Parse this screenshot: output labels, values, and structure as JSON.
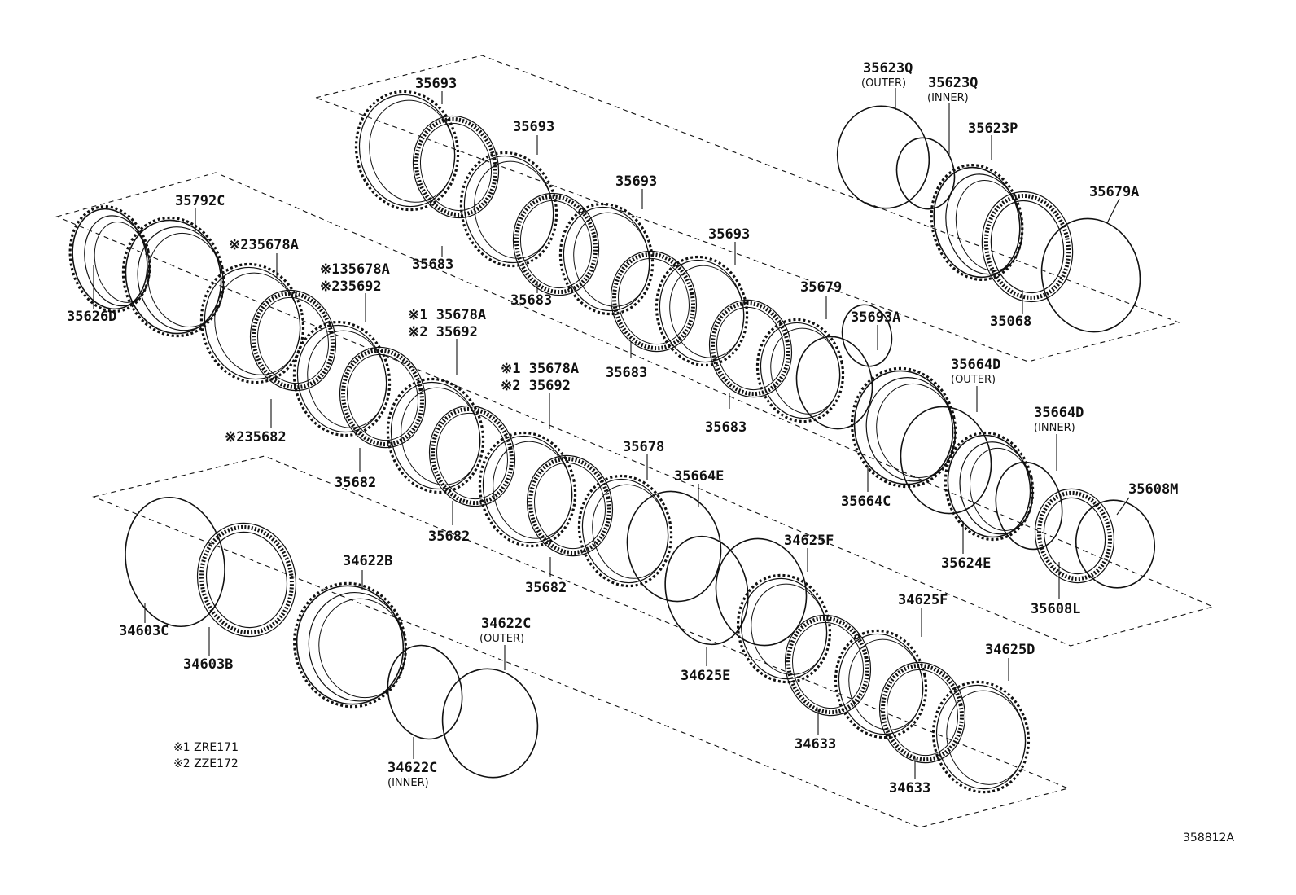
{
  "diagram_ref": "358812A",
  "notes": [
    {
      "id": "note-1",
      "text": "※1 ZRE171"
    },
    {
      "id": "note-2",
      "text": "※2 ZZE172"
    }
  ],
  "labels": [
    {
      "id": "35693-a",
      "text": "35693"
    },
    {
      "id": "35693-b",
      "text": "35693"
    },
    {
      "id": "35693-c",
      "text": "35693"
    },
    {
      "id": "35693-d",
      "text": "35693"
    },
    {
      "id": "35683-a",
      "text": "35683"
    },
    {
      "id": "35683-b",
      "text": "35683"
    },
    {
      "id": "35683-c",
      "text": "35683"
    },
    {
      "id": "35683-d",
      "text": "35683"
    },
    {
      "id": "35679",
      "text": "35679"
    },
    {
      "id": "35693A",
      "text": "35693A"
    },
    {
      "id": "35623Q-outer",
      "text": "35623Q",
      "sub": "(OUTER)"
    },
    {
      "id": "35623Q-inner",
      "text": "35623Q",
      "sub": "(INNER)"
    },
    {
      "id": "35623P",
      "text": "35623P"
    },
    {
      "id": "35679A",
      "text": "35679A"
    },
    {
      "id": "35068",
      "text": "35068"
    },
    {
      "id": "35792C",
      "text": "35792C"
    },
    {
      "id": "35626D",
      "text": "35626D"
    },
    {
      "id": "35678A-a",
      "text": "※235678A"
    },
    {
      "id": "35678A-b",
      "text": "※135678A"
    },
    {
      "id": "35692-a",
      "text": "※235692"
    },
    {
      "id": "35678A-c",
      "text": "※1 35678A"
    },
    {
      "id": "35692-b",
      "text": "※2 35692"
    },
    {
      "id": "35678A-d",
      "text": "※1 35678A"
    },
    {
      "id": "35692-c",
      "text": "※2 35692"
    },
    {
      "id": "35682-a",
      "text": "※235682"
    },
    {
      "id": "35682-b",
      "text": "35682"
    },
    {
      "id": "35682-c",
      "text": "35682"
    },
    {
      "id": "35682-d",
      "text": "35682"
    },
    {
      "id": "35678",
      "text": "35678"
    },
    {
      "id": "35664E",
      "text": "35664E"
    },
    {
      "id": "35664D-outer",
      "text": "35664D",
      "sub": "(OUTER)"
    },
    {
      "id": "35664D-inner",
      "text": "35664D",
      "sub": "(INNER)"
    },
    {
      "id": "35664C",
      "text": "35664C"
    },
    {
      "id": "35624E",
      "text": "35624E"
    },
    {
      "id": "35608M",
      "text": "35608M"
    },
    {
      "id": "35608L",
      "text": "35608L"
    },
    {
      "id": "34625F-a",
      "text": "34625F"
    },
    {
      "id": "34625F-b",
      "text": "34625F"
    },
    {
      "id": "34625E",
      "text": "34625E"
    },
    {
      "id": "34625D",
      "text": "34625D"
    },
    {
      "id": "34633-a",
      "text": "34633"
    },
    {
      "id": "34633-b",
      "text": "34633"
    },
    {
      "id": "34622B",
      "text": "34622B"
    },
    {
      "id": "34622C-outer",
      "text": "34622C",
      "sub": "(OUTER)"
    },
    {
      "id": "34622C-inner",
      "text": "34622C",
      "sub": "(INNER)"
    },
    {
      "id": "34603C",
      "text": "34603C"
    },
    {
      "id": "34603B",
      "text": "34603B"
    }
  ]
}
